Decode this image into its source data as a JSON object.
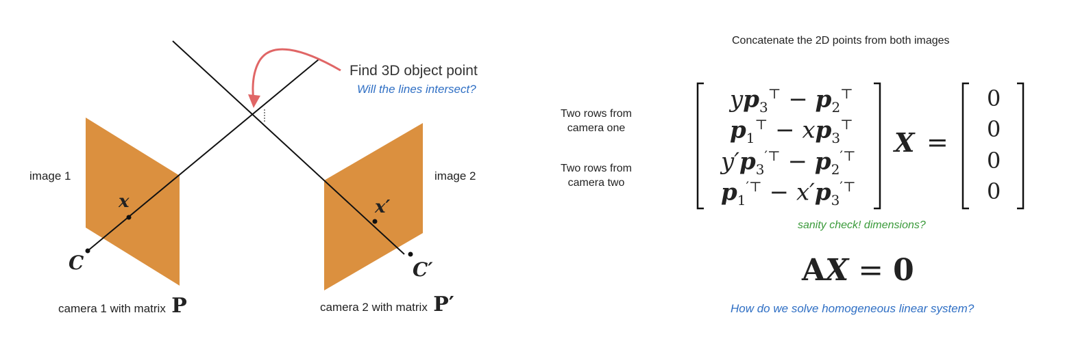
{
  "diagram": {
    "callout_title": "Find 3D object point",
    "callout_question": "Will the lines intersect?",
    "image1_label": "image 1",
    "image2_label": "image 2",
    "point1": "x",
    "point2": "x′",
    "center1": "C",
    "center2": "C′",
    "camera1_caption": "camera 1 with matrix",
    "camera1_matrix": "P",
    "camera2_caption": "camera 2 with matrix",
    "camera2_matrix": "P′",
    "colors": {
      "plane": "#d98a35",
      "arrow": "#e06666",
      "line": "#111111"
    }
  },
  "equations": {
    "header": "Concatenate the 2D points from both images",
    "rows_cam1": "Two rows from camera one",
    "rows_cam1_line1": "Two rows from",
    "rows_cam1_line2": "camera one",
    "rows_cam2_line1": "Two rows from",
    "rows_cam2_line2": "camera two",
    "matrix_rows": [
      "yp₃ᵀ − p₂ᵀ",
      "p₁ᵀ − xp₃ᵀ",
      "y′p′₃ᵀ − p′₂ᵀ",
      "p′₁ᵀ − x′p′₃ᵀ"
    ],
    "unknown": "X",
    "equals": "=",
    "zero_vector": [
      "0",
      "0",
      "0",
      "0"
    ],
    "sanity_check": "sanity check! dimensions?",
    "compact_form": "AX = 0",
    "question": "How do we solve homogeneous linear system?"
  }
}
